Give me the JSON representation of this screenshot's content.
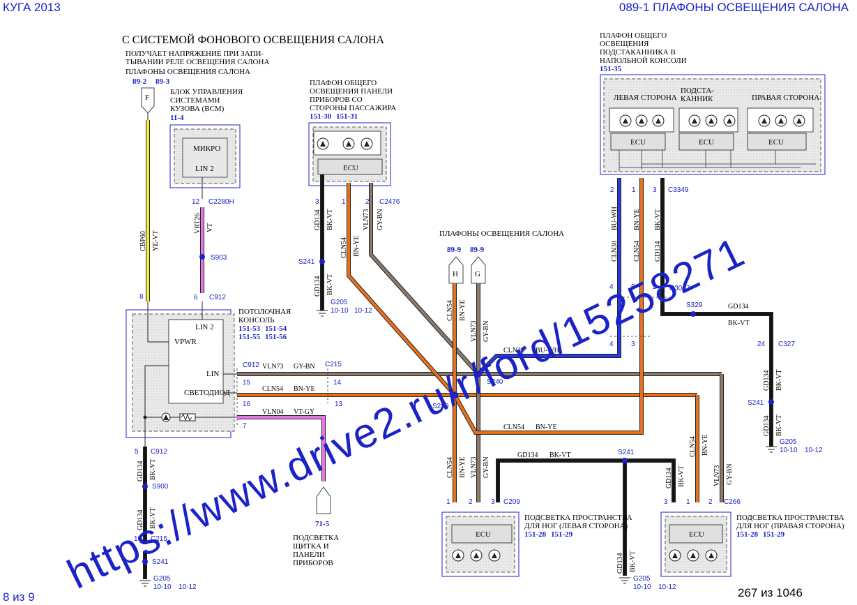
{
  "header": {
    "left": "КУГА 2013",
    "right": "089-1 ПЛАФОНЫ ОСВЕЩЕНИЯ САЛОНА"
  },
  "footer": {
    "page_left": "8 из 9",
    "page_right": "267 из 1046"
  },
  "watermark": "https://www.drive2.ru/r/ford/15258271",
  "section_title": "С СИСТЕМОЙ ФОНОВОГО ОСВЕЩЕНИЯ САЛОНА",
  "feed_note": {
    "lines": [
      "ПОЛУЧАЕТ НАПРЯЖЕНИЕ ПРИ ЗАПИ-",
      "ТЫВАНИИ РЕЛЕ ОСВЕЩЕНИЯ САЛОНА",
      "ПЛАФОНЫ ОСВЕЩЕНИЯ САЛОНА"
    ],
    "refs": [
      "89-2",
      "89-3"
    ],
    "connector": "F"
  },
  "bcm": {
    "lines": [
      "БЛОК УПРАВЛЕНИЯ",
      "СИСТЕМАМИ",
      "КУЗОВА (BCM)"
    ],
    "ref": "11-4",
    "inner": "МИКРО",
    "pin_label": "LIN 2",
    "pin": "12",
    "connector": "C2280H"
  },
  "wires_left": {
    "cbp60": "CBP60",
    "yevt": "YE-VT",
    "vrt26": "VRT26",
    "vt": "VT",
    "s903": "S903",
    "pin8": "8",
    "pin6": "6",
    "c912": "C912"
  },
  "overhead": {
    "lines": [
      "ПОТОЛОЧНАЯ",
      "КОНСОЛЬ"
    ],
    "refs": [
      "151-53",
      "151-54",
      "151-55",
      "151-56"
    ],
    "lin2": "LIN 2",
    "vpwr": "VPWR",
    "lin": "LIN",
    "led": "СВЕТОДИОД"
  },
  "overhead_wires": {
    "c912": "C912",
    "p15": "15",
    "p16": "16",
    "p7": "7",
    "vln73": "VLN73",
    "gybn": "GY-BN",
    "cln54": "CLN54",
    "bnye": "BN-YE",
    "vln04": "VLN04",
    "vtgy": "VT-GY",
    "c215": "C215",
    "p14": "14",
    "p13": "13"
  },
  "overhead_ground": {
    "p5": "5",
    "c912": "C912",
    "gd134": "GD134",
    "bkvt": "BK-VT",
    "s900": "S900",
    "p10": "10",
    "c215": "C215",
    "s241": "S241",
    "g205": "G205",
    "ref1": "10-10",
    "ref2": "10-12"
  },
  "dash_light": {
    "ref": "71-5",
    "lines": [
      "ПОДСВЕТКА",
      "ЩИТКА И",
      "ПАНЕЛИ",
      "ПРИБОРОВ"
    ]
  },
  "passenger_lamp": {
    "lines": [
      "ПЛАФОН ОБЩЕГО",
      "ОСВЕЩЕНИЯ ПАНЕЛИ",
      "ПРИБОРОВ СО",
      "СТОРОНЫ ПАССАЖИРА"
    ],
    "refs": [
      "151-30",
      "151-31"
    ],
    "ecu": "ECU",
    "connector": "C2476",
    "pins": [
      "3",
      "1",
      "2"
    ],
    "wires": [
      "GD134",
      "BK-VT",
      "CLN54",
      "BN-YE",
      "VLN73",
      "GY-BN"
    ],
    "s241": "S241",
    "g205": "G205",
    "ref1": "10-10",
    "ref2": "10-12"
  },
  "interior_lamps": {
    "title": "ПЛАФОНЫ ОСВЕЩЕНИЯ САЛОНА",
    "refs": [
      "89-9",
      "89-9"
    ],
    "h": "H",
    "g": "G",
    "wires": [
      "CLN54",
      "BN-YE",
      "VLN73",
      "GY-BN"
    ]
  },
  "splices": {
    "s240": "S240",
    "s239": "S239",
    "s241": "S241",
    "s329": "S329"
  },
  "mid_wires": {
    "cln38": "CLN38",
    "buwh": "BU-WH",
    "vln73": "VLN73",
    "gybn": "GY-BN",
    "cln54": "CLN54",
    "bnye": "BN-YE",
    "gd134": "GD134",
    "bkvt": "BK-VT"
  },
  "console_lamp": {
    "lines": [
      "ПЛАФОН ОБЩЕГО",
      "ОСВЕЩЕНИЯ",
      "ПОДСТАКАННИКА В",
      "НАПОЛЬНОЙ КОНСОЛИ"
    ],
    "ref": "151-35",
    "left": "ЛЕВАЯ СТОРОНА",
    "mid1": "ПОДСТА-",
    "mid2": "КАННИК",
    "right": "ПРАВАЯ СТОРОНА",
    "ecu": "ECU",
    "connector": "C3349",
    "pins": [
      "2",
      "1",
      "3"
    ],
    "wires": [
      "BU-WH",
      "CLN38",
      "BN-YE",
      "CLN54",
      "BK-VT",
      "GD134"
    ],
    "c3047": "C3047",
    "pins2": [
      "4",
      "9",
      "2"
    ],
    "pins3": [
      "4",
      "3"
    ]
  },
  "right_ground": {
    "gd134": "GD134",
    "bkvt": "BK-VT",
    "p24": "24",
    "c327": "C327",
    "s241": "S241",
    "g205": "G205",
    "ref1": "10-10",
    "ref2": "10-12"
  },
  "foot_left": {
    "lines": [
      "ПОДСВЕТКА ПРОСТРАНСТВА",
      "ДЛЯ НОГ (ЛЕВАЯ СТОРОНА)"
    ],
    "refs": [
      "151-28",
      "151-29"
    ],
    "connector": "C209",
    "pins": [
      "1",
      "2",
      "3"
    ],
    "ecu": "ECU"
  },
  "foot_right": {
    "lines": [
      "ПОДСВЕТКА ПРОСТРАНСТВА",
      "ДЛЯ НОГ (ПРАВАЯ СТОРОНА)"
    ],
    "refs": [
      "151-28",
      "151-29"
    ],
    "connector": "C266",
    "pins": [
      "3",
      "1",
      "2"
    ],
    "ecu": "ECU"
  },
  "bottom_ground": {
    "gd134": "GD134",
    "bkvt": "BK-VT",
    "s241": "S241",
    "g205": "G205",
    "ref1": "10-10",
    "ref2": "10-12"
  },
  "colors": {
    "blue": "#1a22c8",
    "yellow": "#f4ee3a",
    "pink": "#e676e6",
    "orange": "#e8701a",
    "brown": "#8c5a3c",
    "gray": "#9a9a9a",
    "black": "#111111"
  }
}
